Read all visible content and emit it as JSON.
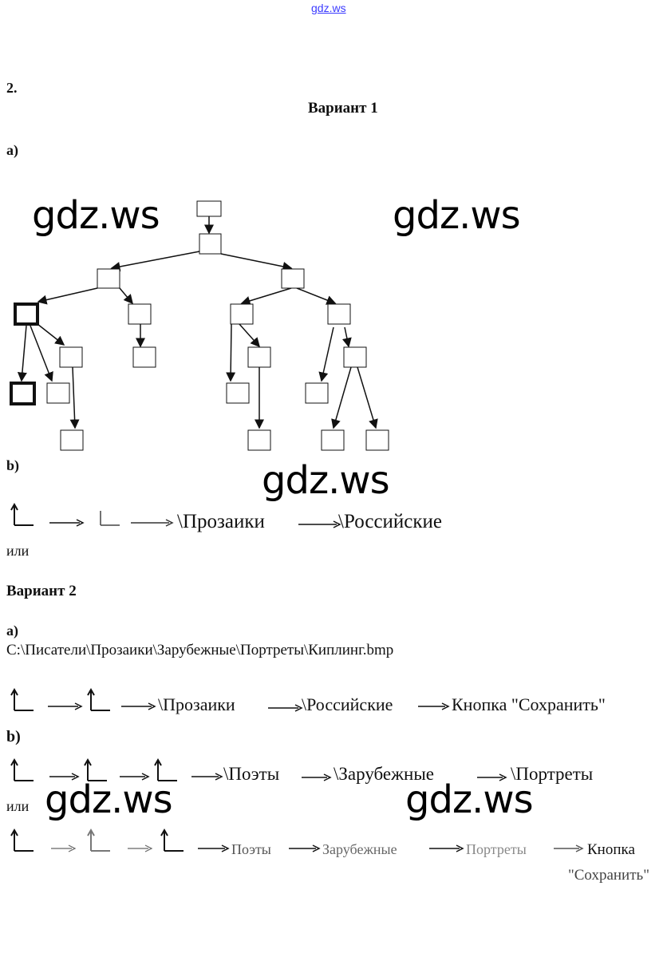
{
  "header_link": "gdz.ws",
  "watermark": "gdz.ws",
  "task_number": "2.",
  "variant1": {
    "title": "Вариант 1",
    "part_a": "а)",
    "part_b": "b)",
    "path_b": [
      "\\Прозаики",
      "\\Российские"
    ],
    "or": "или"
  },
  "variant2": {
    "title": "Вариант 2",
    "part_a": "а)",
    "path_text": "C:\\Писатели\\Прозаики\\Зарубежные\\Портреты\\Киплинг.bmp",
    "path_a": [
      "\\Прозаики",
      "\\Российские",
      "Кнопка \"Сохранить\""
    ],
    "part_b": "b)",
    "path_b1": [
      "\\Поэты",
      "\\Зарубежные",
      "\\Портреты"
    ],
    "or": "или",
    "path_b2": [
      "Поэты",
      "Зарубежные",
      "Портреты",
      "Кнопка",
      "\"Сохранить\""
    ]
  }
}
